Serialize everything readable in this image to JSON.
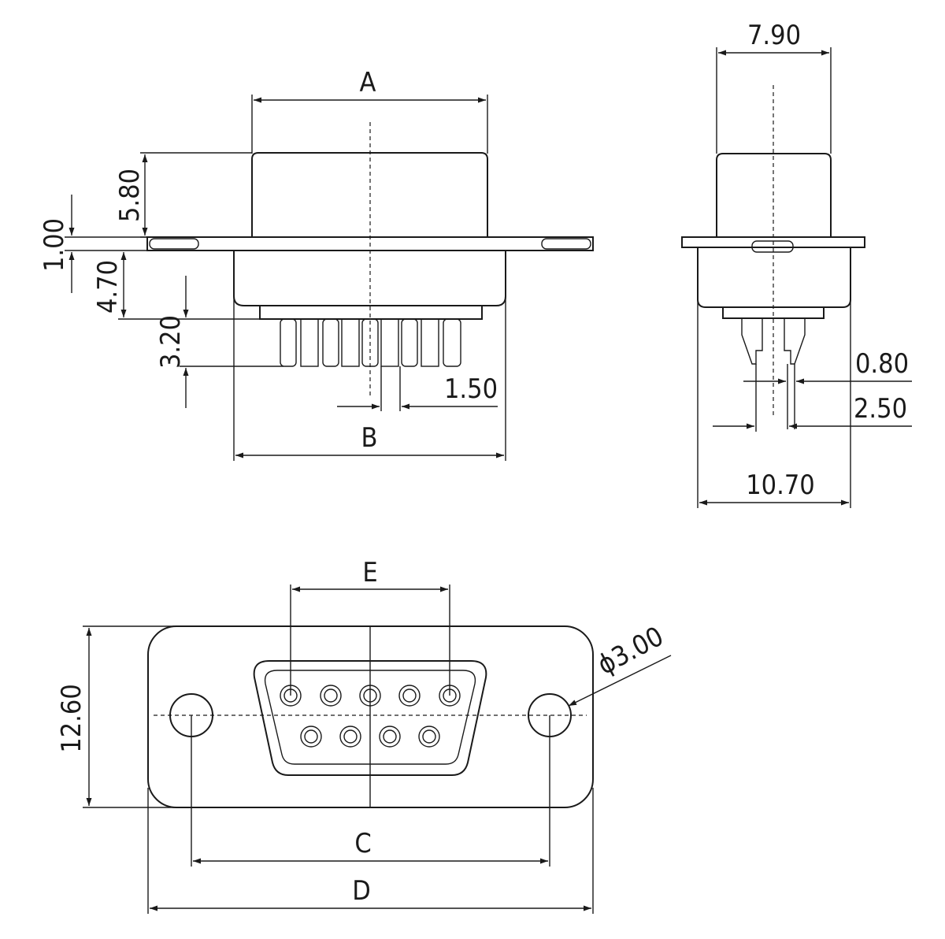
{
  "labels": {
    "A": "A",
    "B": "B",
    "C": "C",
    "D": "D",
    "E": "E"
  },
  "dimensions": {
    "shell_height": "5.80",
    "flange_thickness": "1.00",
    "insulator_depth": "4.70",
    "pin_length": "3.20",
    "pin_pitch": "1.50",
    "side_shell_width": "7.90",
    "pin_width": "0.80",
    "row_spacing": "2.50",
    "overall_depth": "10.70",
    "flange_height": "12.60",
    "mount_hole_diameter": "ϕ3.00"
  },
  "colors": {
    "line": "#1a1a1a",
    "background": "#ffffff"
  }
}
